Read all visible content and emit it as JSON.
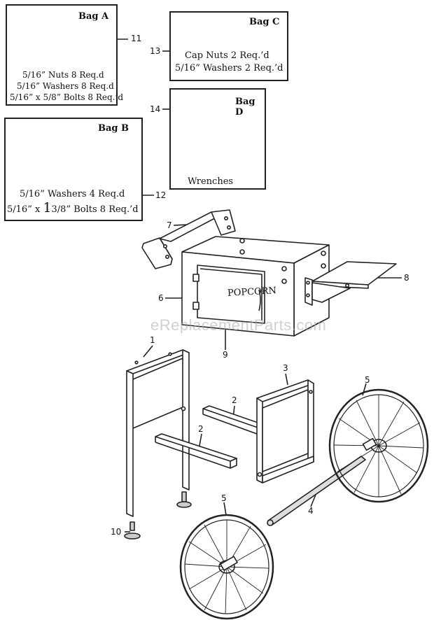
{
  "bags": {
    "a": {
      "title": "Bag A",
      "lines": [
        "5/16” Nuts  8 Req.d",
        "5/16” Washers  8 Req.d",
        "5/16” x 5/8” Bolts 8 Req.’d"
      ]
    },
    "b": {
      "title": "Bag B",
      "line1": "5/16” Washers  4 Req.d",
      "line2_pre": "5/16” x ",
      "line2_big": "1",
      "line2_post": "3/8” Bolts 8 Req.’d"
    },
    "c": {
      "title": "Bag C",
      "lines": [
        "Cap Nuts  2 Req.’d",
        "5/16” Washers  2 Req.’d"
      ]
    },
    "d": {
      "title": "Bag D",
      "label": "Wrenches"
    }
  },
  "cabinet_label": "POPCORN",
  "watermark": "eReplacementParts.com",
  "callouts": [
    "11",
    "12",
    "13",
    "14",
    "7",
    "8",
    "6",
    "9",
    "1",
    "3",
    "2",
    "2",
    "5",
    "5",
    "4",
    "10"
  ]
}
